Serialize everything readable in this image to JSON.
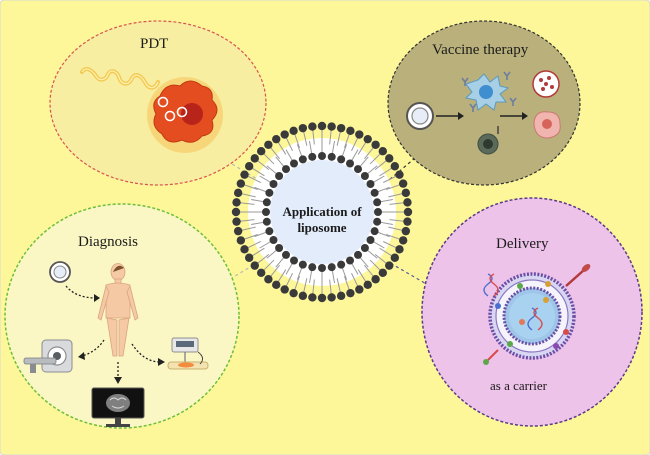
{
  "center": {
    "line1": "Application of",
    "line2": "liposome"
  },
  "panels": {
    "pdt": {
      "title": "PDT"
    },
    "vaccine": {
      "title": "Vaccine therapy"
    },
    "diagnosis": {
      "title": "Diagnosis"
    },
    "delivery": {
      "title": "Delivery",
      "caption": "as a carrier"
    }
  },
  "colors": {
    "background": "#fdf79a",
    "pdt_fill": "#f7eea2",
    "pdt_border": "#d9534f",
    "vaccine_fill": "#b9b07b",
    "vaccine_border": "#333333",
    "diagnosis_fill": "#fbf7c4",
    "diagnosis_border": "#6cbf3a",
    "delivery_fill": "#eec3ea",
    "delivery_border": "#5a3a8a",
    "liposome_core": "#e3ecfb",
    "lipid_head": "#3a3a3a"
  },
  "icons": [
    "liposome-icon",
    "tumor-cell-icon",
    "light-beam-icon",
    "dendritic-cell-icon",
    "antibody-icon",
    "t-cell-icon",
    "infected-cell-icon",
    "human-body-icon",
    "ct-scanner-icon",
    "mri-monitor-icon",
    "ultrasound-icon",
    "dna-icon",
    "carrier-liposome-icon"
  ]
}
